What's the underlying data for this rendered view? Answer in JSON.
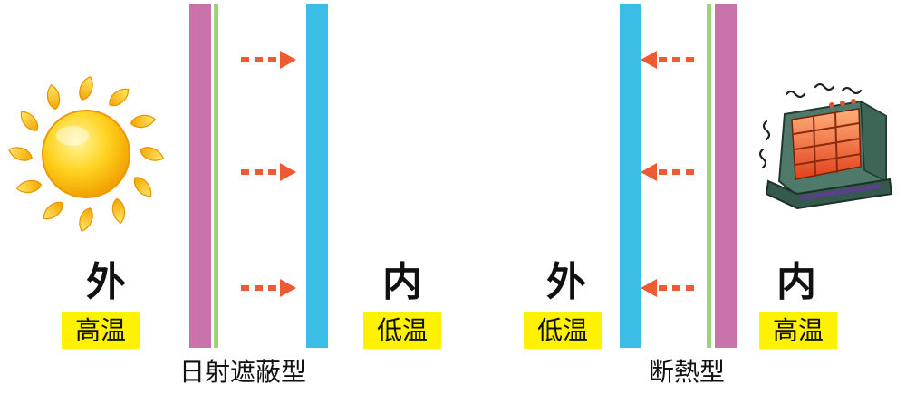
{
  "colors": {
    "film_pink": "#c874aa",
    "film_green": "#9fd17d",
    "glass_blue": "#3cbde6",
    "arrow": "#ee5a33",
    "badge": "#fff200",
    "sun_body": "#ffc21a",
    "heater_body": "#4f7a6a",
    "heater_glow": "#ff6a2a"
  },
  "left_panel": {
    "outside_label": "外",
    "outside_temp": "高温",
    "inside_label": "内",
    "inside_temp": "低温",
    "caption": "日射遮蔽型",
    "source_icon": "sun-icon",
    "arrow_direction": "right",
    "arrow_count": 3
  },
  "right_panel": {
    "outside_label": "外",
    "outside_temp": "低温",
    "inside_label": "内",
    "inside_temp": "高温",
    "caption": "断熱型",
    "source_icon": "heater-icon",
    "arrow_direction": "left",
    "arrow_count": 3
  }
}
